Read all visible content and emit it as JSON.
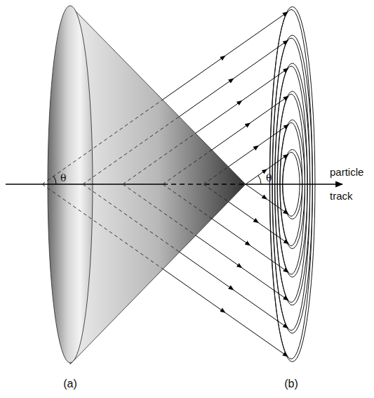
{
  "diagram": {
    "labels": [
      "θ",
      "θ",
      "particle track",
      "(a)",
      "(b)"
    ]
  }
}
